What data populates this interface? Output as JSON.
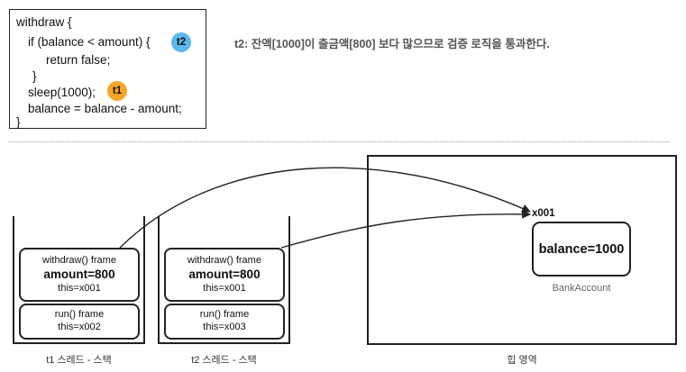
{
  "code_box": {
    "lines": [
      "withdraw {",
      "if (balance < amount) {",
      "return false;",
      "}",
      "sleep(1000);",
      "balance = balance - amount;",
      "}"
    ],
    "badges": {
      "t2": "t2",
      "t1": "t1"
    }
  },
  "note": "t2: 잔액[1000]이 출금액[800] 보다 많으므로 검증 로직을 통과한다.",
  "stacks": [
    {
      "caption": "t1 스레드 - 스택",
      "frames": {
        "withdraw": {
          "title": "withdraw() frame",
          "value": "amount=800",
          "ref": "this=x001"
        },
        "run": {
          "title": "run() frame",
          "ref": "this=x002"
        }
      }
    },
    {
      "caption": "t2 스레드 - 스택",
      "frames": {
        "withdraw": {
          "title": "withdraw() frame",
          "value": "amount=800",
          "ref": "this=x001"
        },
        "run": {
          "title": "run() frame",
          "ref": "this=x003"
        }
      }
    }
  ],
  "heap": {
    "caption": "힙 영역",
    "address": "x001",
    "object_value": "balance=1000",
    "object_name": "BankAccount"
  },
  "colors": {
    "t2_badge": "#5bb8ec",
    "t1_badge": "#f5a623"
  }
}
